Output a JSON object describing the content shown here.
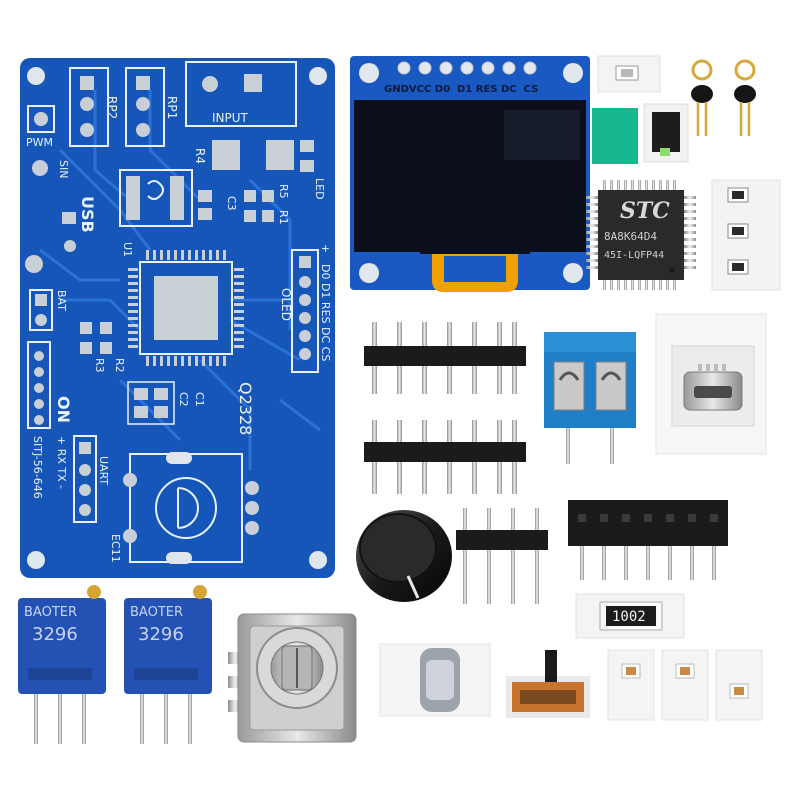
{
  "pcb": {
    "labels": {
      "rp2": "RP2",
      "rp1": "RP1",
      "input": "INPUT",
      "pwm": "PWM",
      "sin": "SIN",
      "r4": "R4",
      "led": "LED",
      "r5": "R5",
      "r1": "R1",
      "c3": "C3",
      "usb": "USB",
      "u1": "U1",
      "bat": "BAT",
      "r3": "R3",
      "r2": "R2",
      "oled": "OLED",
      "oled_pins": "D0 D1 RES DC CS",
      "q2328": "Q2328",
      "c2": "C2",
      "c1": "C1",
      "on": "ON",
      "rxtx": "+ RX TX -",
      "uart": "UART",
      "sitj": "SITJ-56-646",
      "ec11": "EC11",
      "plus": "+",
      "minus": "-"
    },
    "colors": {
      "board": "#1556b8",
      "trace": "#2a72d6",
      "silk": "#e9f1fb"
    }
  },
  "oled_module": {
    "pin_header": "GNDVCC D0  D1 RES DC  CS",
    "colors": {
      "board": "#1a58c2",
      "screen": "#0b0f1a",
      "flex": "#f0a000"
    }
  },
  "mcu_chip": {
    "brand": "STC",
    "part": "8A8K64D4",
    "line3": "45I-LQFP44"
  },
  "resistor_marking": "1002",
  "potentiometers": [
    {
      "brand": "BAOTER",
      "model": "3296"
    },
    {
      "brand": "BAOTER",
      "model": "3296"
    }
  ]
}
